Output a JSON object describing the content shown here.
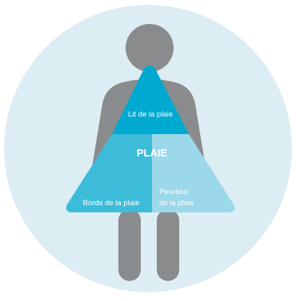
{
  "diagram": {
    "center_label": "PLAIE",
    "regions": [
      {
        "id": "lit",
        "label": "Lit de la plaie"
      },
      {
        "id": "bords",
        "label": "Bords de la plaie"
      },
      {
        "id": "pourtour",
        "label_lines": [
          "Pourtour",
          "de la plaie"
        ]
      }
    ]
  },
  "colors": {
    "background_circle": "#dcedf3",
    "figure": "#8a8b8d",
    "lit": "#00a9cf",
    "bords": "#3dbcda",
    "pourtour": "#9ad8ea",
    "text": "#ffffff"
  }
}
